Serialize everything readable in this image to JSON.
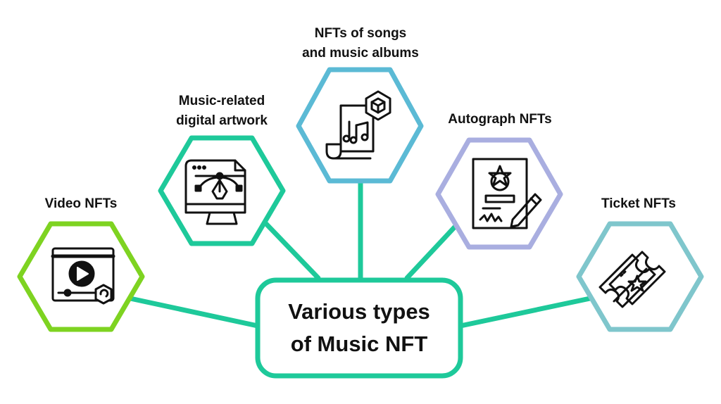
{
  "center": {
    "line1": "Various types",
    "line2": "of Music NFT",
    "border_color": "#1ec99a"
  },
  "connector_color": "#1ec99a",
  "nodes": [
    {
      "id": "video",
      "label_lines": [
        "Video NFTs"
      ],
      "border_color": "#7ed321",
      "icon": "video-player-icon"
    },
    {
      "id": "artwork",
      "label_lines": [
        "Music-related",
        "digital artwork"
      ],
      "border_color": "#1ec99a",
      "icon": "monitor-design-icon"
    },
    {
      "id": "songs",
      "label_lines": [
        "NFTs of songs",
        "and music albums"
      ],
      "border_color": "#5bbad5",
      "icon": "music-document-icon"
    },
    {
      "id": "autograph",
      "label_lines": [
        "Autograph NFTs"
      ],
      "border_color": "#a9aee0",
      "icon": "signed-certificate-icon"
    },
    {
      "id": "ticket",
      "label_lines": [
        "Ticket NFTs"
      ],
      "border_color": "#7fc6cc",
      "icon": "ticket-star-icon"
    }
  ]
}
